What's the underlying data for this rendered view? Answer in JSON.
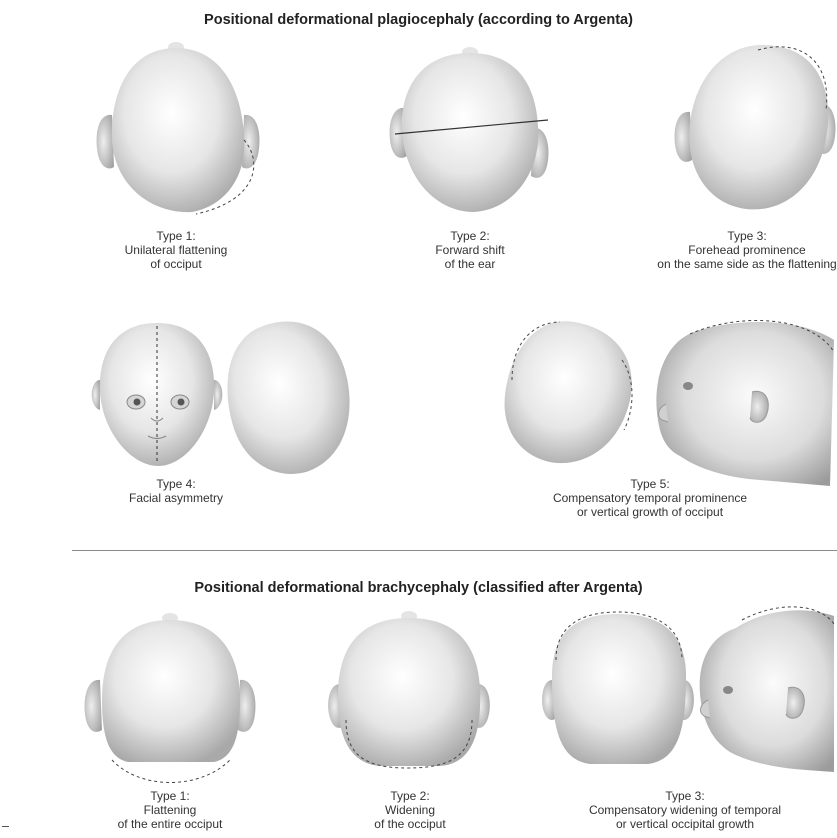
{
  "plagiocephaly": {
    "title": "Positional deformational plagiocephaly (according to Argenta)",
    "type1": {
      "label": "Type 1:",
      "desc": [
        "Unilateral flattening",
        "of occiput"
      ]
    },
    "type2": {
      "label": "Type 2:",
      "desc": [
        "Forward shift",
        "of the ear"
      ]
    },
    "type3": {
      "label": "Type 3:",
      "desc": [
        "Forehead prominence",
        "on the same side as the flattening"
      ]
    },
    "type4": {
      "label": "Type 4:",
      "desc": [
        "Facial asymmetry"
      ]
    },
    "type5": {
      "label": "Type 5:",
      "desc": [
        "Compensatory temporal prominence",
        "or vertical growth of occiput"
      ]
    }
  },
  "brachycephaly": {
    "title": "Positional deformational brachycephaly (classified after Argenta)",
    "type1": {
      "label": "Type 1:",
      "desc": [
        "Flattening",
        "of the entire occiput"
      ]
    },
    "type2": {
      "label": "Type 2:",
      "desc": [
        "Widening",
        "of the occiput"
      ]
    },
    "type3": {
      "label": "Type 3:",
      "desc": [
        "Compensatory widening of temporal",
        "or vertical occipital growth"
      ]
    }
  }
}
